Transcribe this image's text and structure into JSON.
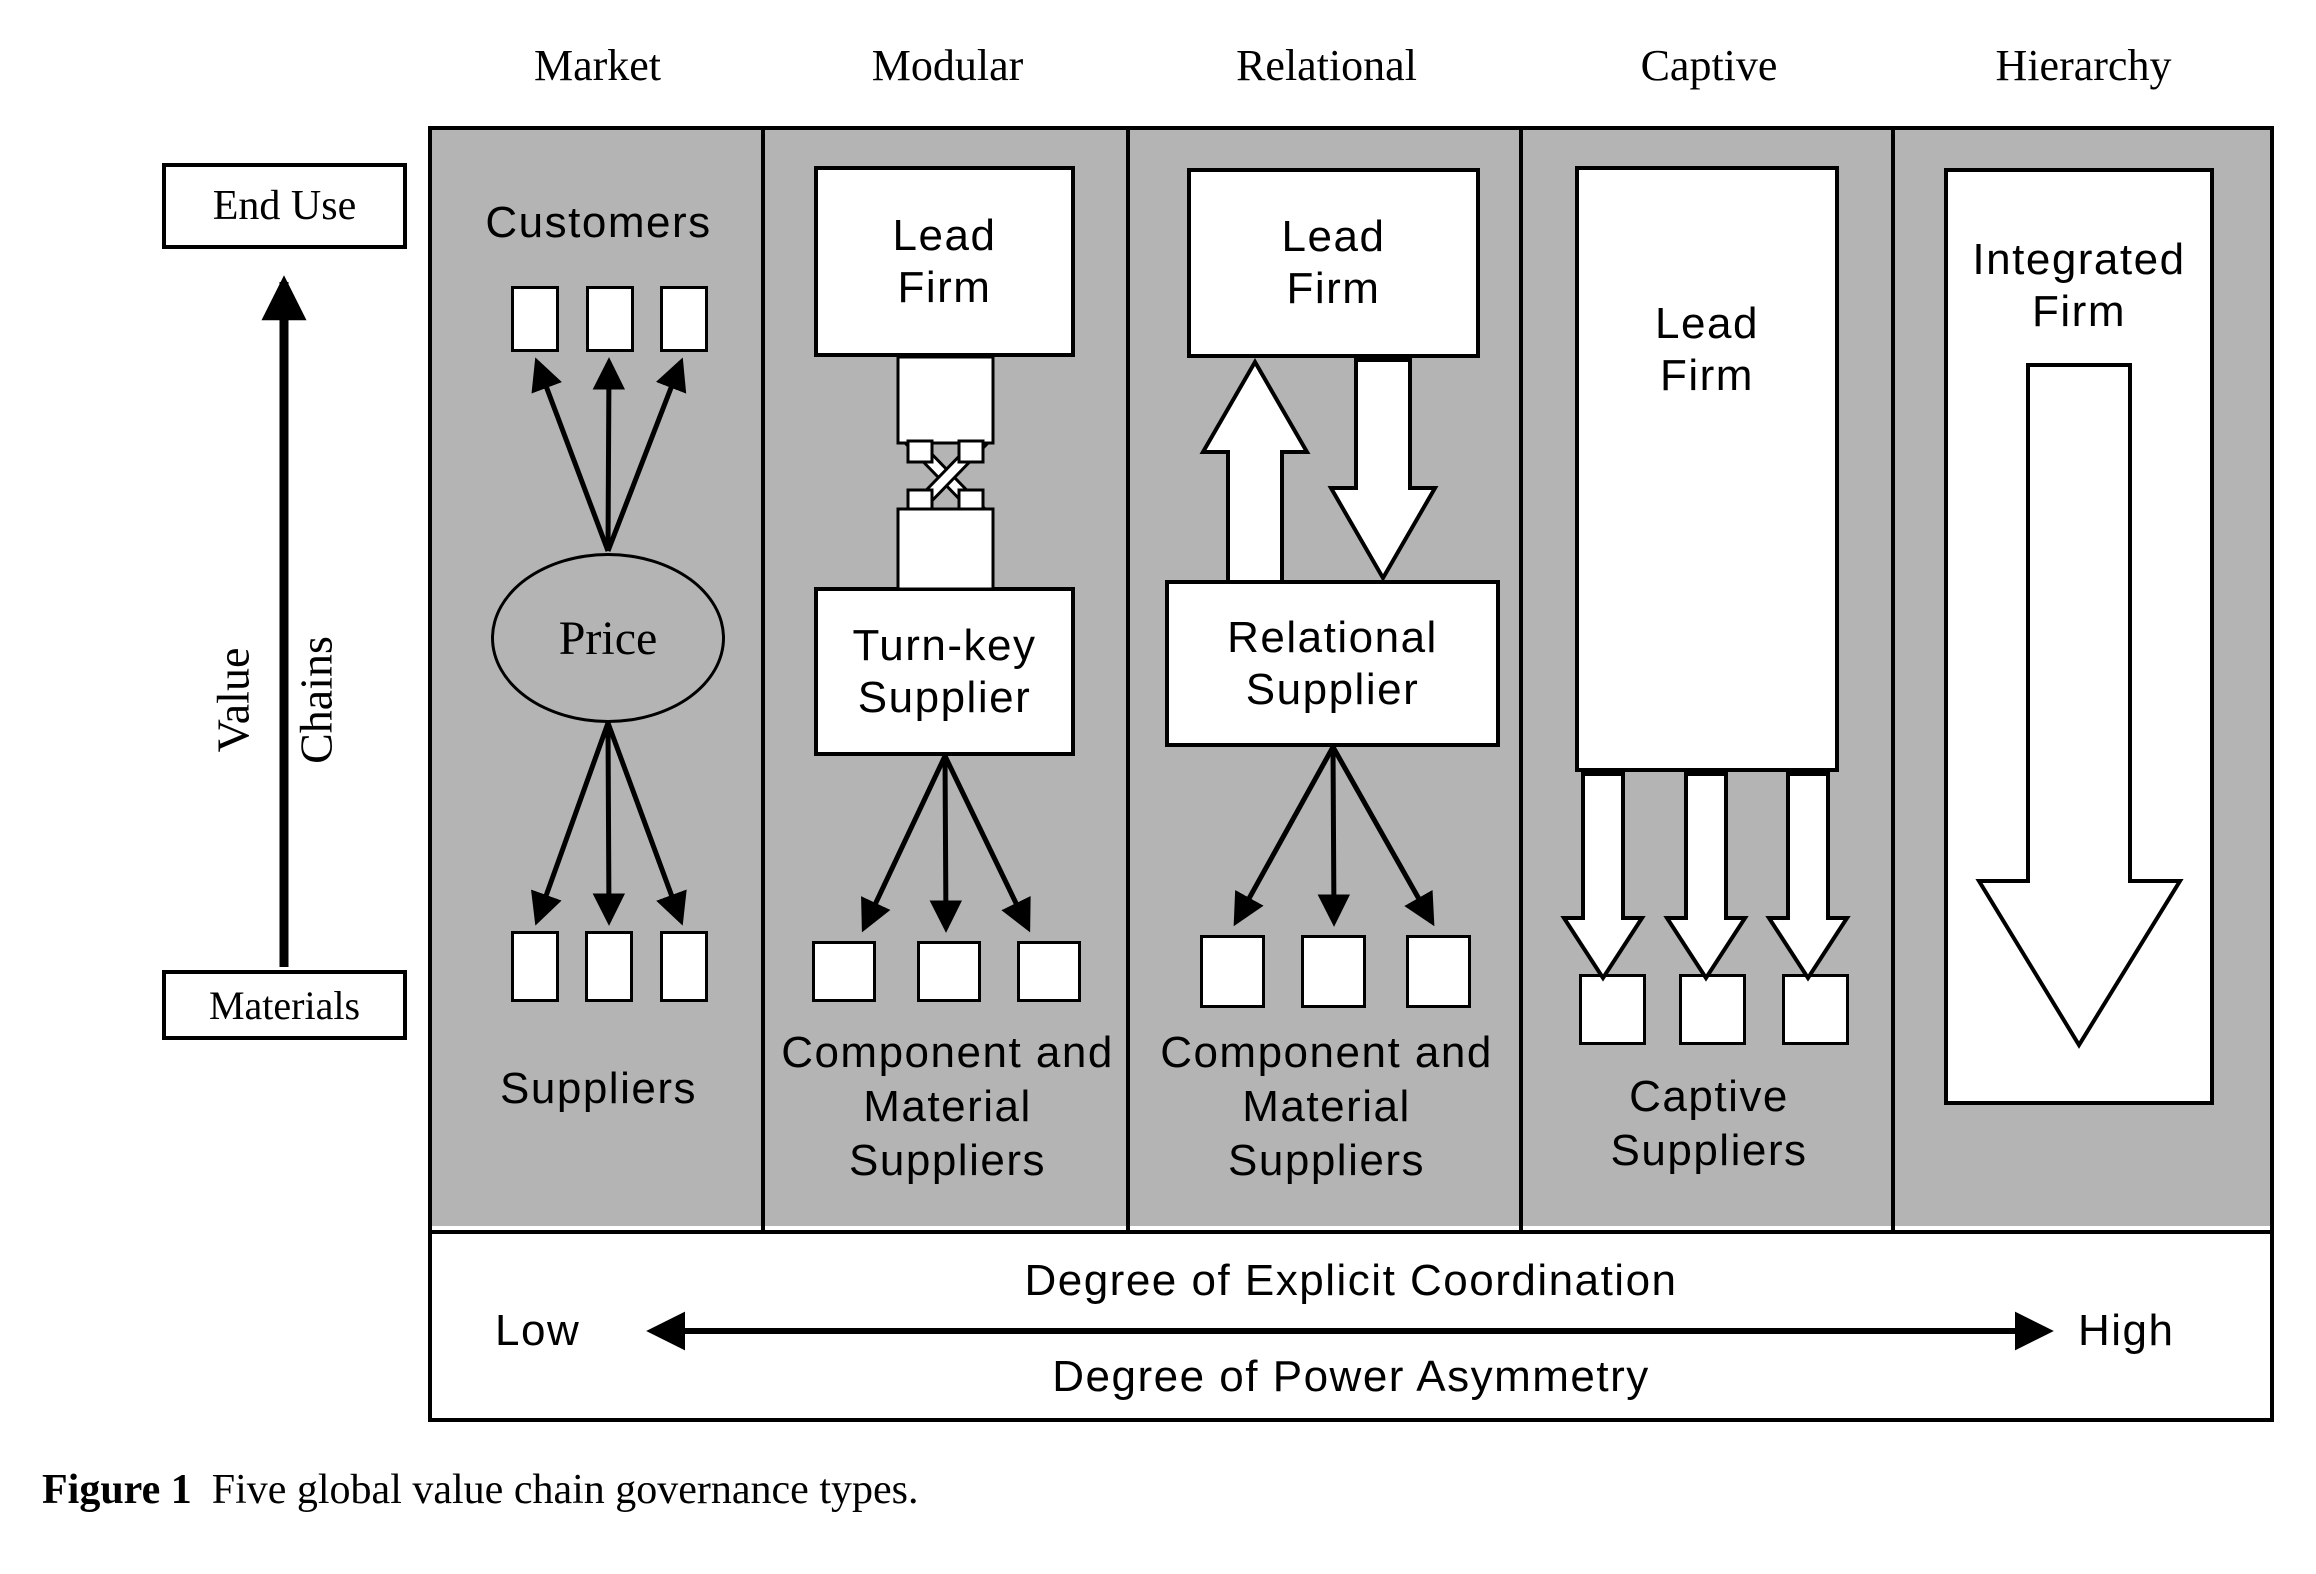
{
  "colors": {
    "panel_gray": "#b4b4b4",
    "line": "#000000",
    "background": "#ffffff"
  },
  "headers": [
    {
      "label": "Market"
    },
    {
      "label": "Modular"
    },
    {
      "label": "Relational"
    },
    {
      "label": "Captive"
    },
    {
      "label": "Hierarchy"
    }
  ],
  "left_rail": {
    "end_use": "End Use",
    "materials": "Materials",
    "value": "Value",
    "chains": "Chains",
    "arrow_icon": "upward-value-chain-arrow"
  },
  "market": {
    "customers_label": "Customers",
    "price_label": "Price",
    "suppliers_label": "Suppliers"
  },
  "modular": {
    "lead_firm": "Lead\nFirm",
    "turnkey_supplier": "Turn-key\nSupplier",
    "suppliers_label": "Component and\nMaterial\nSuppliers"
  },
  "relational": {
    "lead_firm": "Lead\nFirm",
    "relational_supplier": "Relational\nSupplier",
    "suppliers_label": "Component and\nMaterial\nSuppliers"
  },
  "captive": {
    "lead_firm": "Lead\nFirm",
    "suppliers_label": "Captive\nSuppliers"
  },
  "hierarchy": {
    "integrated_firm": "Integrated\nFirm"
  },
  "footer": {
    "coordination_label": "Degree of Explicit Coordination",
    "power_label": "Degree of Power Asymmetry",
    "low": "Low",
    "high": "High"
  },
  "caption": {
    "bold": "Figure 1",
    "text": "Five global value chain governance types."
  }
}
